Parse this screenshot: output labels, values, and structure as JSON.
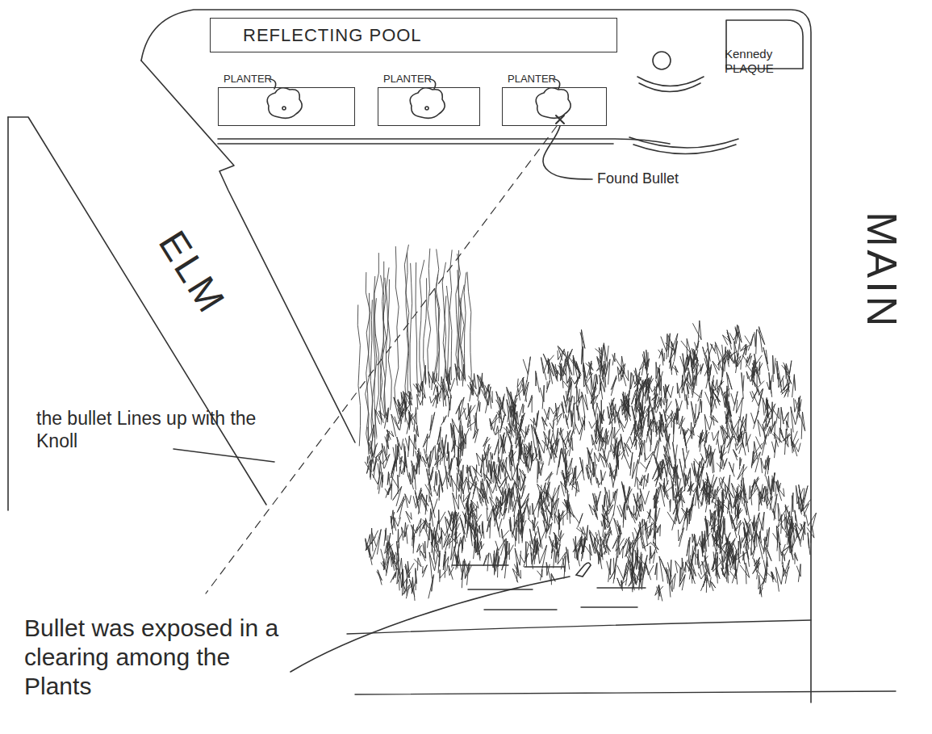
{
  "diagram": {
    "nodes": [
      {
        "text": [
          "REFLECTING POOL"
        ]
      },
      {
        "text": [
          "PLANTER"
        ]
      },
      {
        "text": [
          "PLANTER"
        ]
      },
      {
        "text": [
          "PLANTER"
        ]
      }
    ],
    "labels": [
      "Kennedy PLAQUE",
      "Found Bullet",
      "ELM",
      "MAIN",
      "the bullet Lines up with the Knoll",
      "Bullet was exposed in a clearing among the Plants"
    ]
  }
}
